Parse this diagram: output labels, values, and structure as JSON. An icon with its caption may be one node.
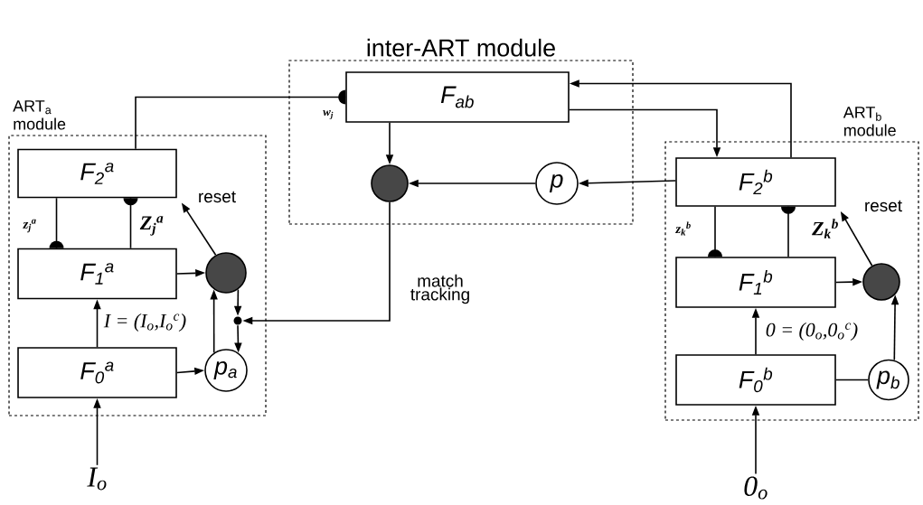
{
  "diagram": {
    "title": "inter-ART module",
    "nodes": [
      {
        "text": [],
        "shape": "box"
      },
      {
        "text": [
          "ART$_{a}$ module"
        ]
      },
      {
        "text": [
          "ART$_{b}$ module"
        ]
      },
      {
        "text": [
          "F$_{ab}$"
        ],
        "in": 0
      },
      {
        "text": [],
        "shape": "circle",
        "in": 0
      },
      {
        "text": [
          "p"
        ],
        "in": 0
      },
      {
        "text": [
          "F$_{2}$$^{a}$"
        ],
        "in": 1
      },
      {
        "text": [
          "F$_{1}$$^{a}$"
        ],
        "in": 1
      },
      {
        "text": [
          "F$_{0}$$^{a}$"
        ],
        "in": 1
      },
      {
        "text": [],
        "shape": "circle",
        "in": 1
      },
      {
        "text": [
          "p$_{a}$"
        ],
        "in": 1
      },
      {
        "text": [],
        "shape": "circle",
        "in": 1
      },
      {
        "text": [
          "I$_{o}$"
        ]
      },
      {
        "text": [
          "F$_{2}$$^{b}$"
        ],
        "in": 2
      },
      {
        "text": [
          "F$_{1}$$^{b}$"
        ],
        "in": 2
      },
      {
        "text": [
          "F$_{0}$$^{b}$"
        ],
        "in": 2
      },
      {
        "text": [],
        "shape": "circle",
        "in": 2
      },
      {
        "text": [
          "p$_{b}$"
        ],
        "in": 2
      },
      {
        "text": [
          "0$_{o}$"
        ]
      }
    ],
    "edges": [
      {
        "from": 6,
        "to": 3,
        "arrow": "other",
        "label": "w$_{j}$"
      },
      {
        "from": 3,
        "to": 4,
        "arrow": "to"
      },
      {
        "from": 5,
        "to": 4,
        "arrow": "to"
      },
      {
        "from": 13,
        "to": 5,
        "arrow": "to"
      },
      {
        "from": 3,
        "to": 13,
        "arrow": "to"
      },
      {
        "from": 13,
        "to": 3,
        "arrow": "to"
      },
      {
        "from": 4,
        "to": 11,
        "arrow": "to",
        "label": "match tracking"
      },
      {
        "from": 6,
        "to": 7,
        "arrow": "other",
        "label": "z$_{j}$$^{a}$"
      },
      {
        "from": 7,
        "to": 6,
        "arrow": "other",
        "label": "Z$_{j}$$^{a}$"
      },
      {
        "from": 7,
        "to": 9,
        "arrow": "to"
      },
      {
        "from": 9,
        "to": 6,
        "arrow": "to",
        "label": "reset"
      },
      {
        "from": 8,
        "to": 7,
        "arrow": "to",
        "label": "I = (I$_{o}$,I$_{o}$$^{c}$)"
      },
      {
        "from": 8,
        "to": 10,
        "arrow": "to"
      },
      {
        "from": 10,
        "to": 9,
        "arrow": "to"
      },
      {
        "from": 9,
        "to": 11,
        "arrow": "to"
      },
      {
        "from": 11,
        "to": 10,
        "arrow": "to"
      },
      {
        "from": 12,
        "to": 8,
        "arrow": "to"
      },
      {
        "from": 13,
        "to": 14,
        "arrow": "other",
        "label": "z$_{k}$$^{b}$"
      },
      {
        "from": 14,
        "to": 13,
        "arrow": "other",
        "label": "Z$_{k}$$^{b}$"
      },
      {
        "from": 14,
        "to": 16,
        "arrow": "to"
      },
      {
        "from": 16,
        "to": 13,
        "arrow": "to",
        "label": "reset"
      },
      {
        "from": 15,
        "to": 14,
        "arrow": "to",
        "label": "0 = (0$_{o}$,0$_{o}$$^{c}$)"
      },
      {
        "from": 15,
        "to": 17,
        "arrow": "none"
      },
      {
        "from": 17,
        "to": 16,
        "arrow": "to"
      },
      {
        "from": 18,
        "to": 15,
        "arrow": "to"
      }
    ]
  }
}
